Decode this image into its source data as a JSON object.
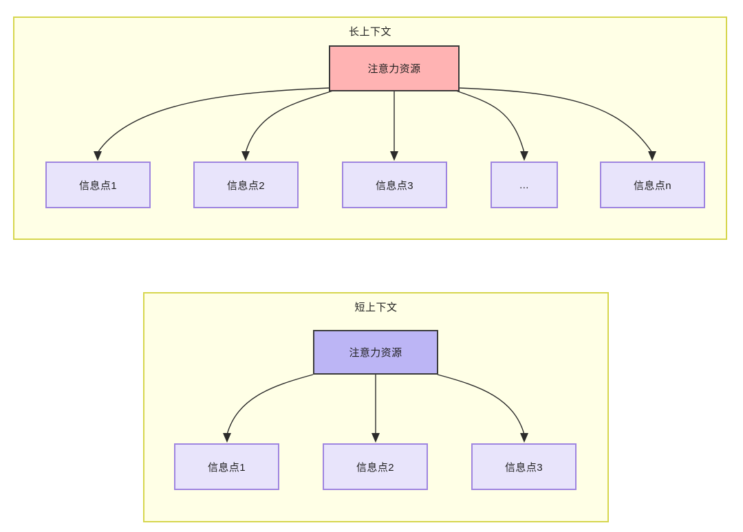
{
  "diagram": {
    "type": "hierarchy-comparison",
    "background_color": "#ffffff",
    "groups": [
      {
        "id": "long-context",
        "title": "长上下文",
        "fill_color": "#FFFFE6",
        "border_color": "#D6D64D",
        "root": {
          "label": "注意力资源",
          "fill_color": "#FFB3B3",
          "border_color": "#3A3A3A"
        },
        "children": [
          {
            "label": "信息点1"
          },
          {
            "label": "信息点2"
          },
          {
            "label": "信息点3"
          },
          {
            "label": "..."
          },
          {
            "label": "信息点n"
          }
        ],
        "child_fill_color": "#E8E4FB",
        "child_border_color": "#9E84E0"
      },
      {
        "id": "short-context",
        "title": "短上下文",
        "fill_color": "#FFFFE6",
        "border_color": "#D6D64D",
        "root": {
          "label": "注意力资源",
          "fill_color": "#BCB5F5",
          "border_color": "#3A3A3A"
        },
        "children": [
          {
            "label": "信息点1"
          },
          {
            "label": "信息点2"
          },
          {
            "label": "信息点3"
          }
        ],
        "child_fill_color": "#E8E4FB",
        "child_border_color": "#9E84E0"
      }
    ],
    "edge_color": "#2b2b2b"
  }
}
